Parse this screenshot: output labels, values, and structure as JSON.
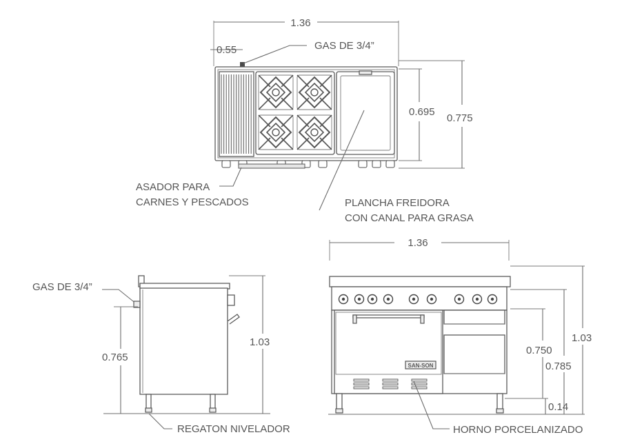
{
  "top_view": {
    "width_dim": "1.36",
    "gas_offset_dim": "0.55",
    "gas_label": "GAS DE 3/4”",
    "depth_inner_dim": "0.695",
    "depth_total_dim": "0.775",
    "grill_label_line1": "ASADOR PARA",
    "grill_label_line2": "CARNES Y PESCADOS",
    "griddle_label_line1": "PLANCHA FREIDORA",
    "griddle_label_line2": "CON CANAL PARA GRASA"
  },
  "side_view": {
    "gas_label": "GAS DE 3/4”",
    "work_height_dim": "0.765",
    "total_height_dim": "1.03",
    "foot_label": "REGATON NIVELADOR"
  },
  "front_view": {
    "width_dim": "1.36",
    "total_height_dim": "1.03",
    "oven_height_dim": "0.750",
    "panel_height_dim": "0.785",
    "leg_height_dim": "0.14",
    "brand_text": "SAN-SON",
    "oven_label": "HORNO PORCELANIZADO"
  }
}
